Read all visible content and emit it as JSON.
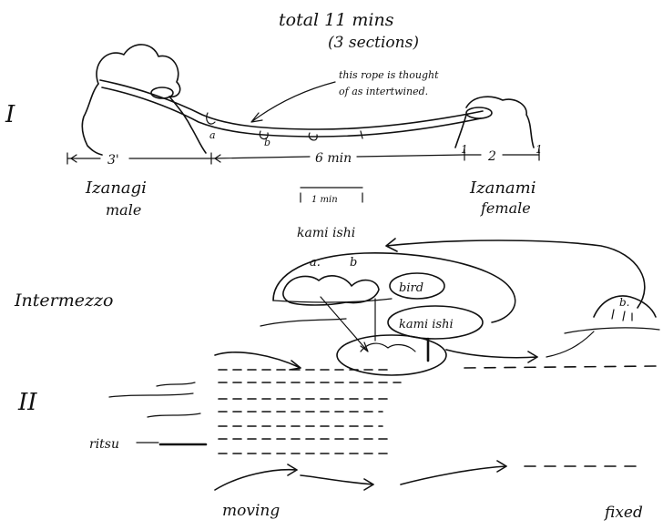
{
  "header": {
    "title": "total 11 mins",
    "subtitle": "(3 sections)"
  },
  "sections": {
    "one": "I",
    "interlude": "Intermezzo",
    "two": "II"
  },
  "rope": {
    "note_line1": "this rope is thought",
    "note_line2": "of as intertwined.",
    "mark_a": "a",
    "mark_b": "b"
  },
  "durations": {
    "left": "3'",
    "middle": "6 min",
    "right_a": "1",
    "right_b": "2",
    "right_c": "1",
    "bracket": "1 min"
  },
  "figures": {
    "izanagi": "Izanagi",
    "izanagi_sub": "male",
    "izanami": "Izanami",
    "izanami_sub": "female"
  },
  "stones": {
    "kami_ishi_top": "kami ishi",
    "label_a": "a.",
    "label_b": "b",
    "bird": "bird",
    "kami_ishi_mid": "kami ishi",
    "right_b": "b."
  },
  "bottom": {
    "left_label": "ritsu",
    "moving": "moving",
    "fixed": "fixed"
  }
}
